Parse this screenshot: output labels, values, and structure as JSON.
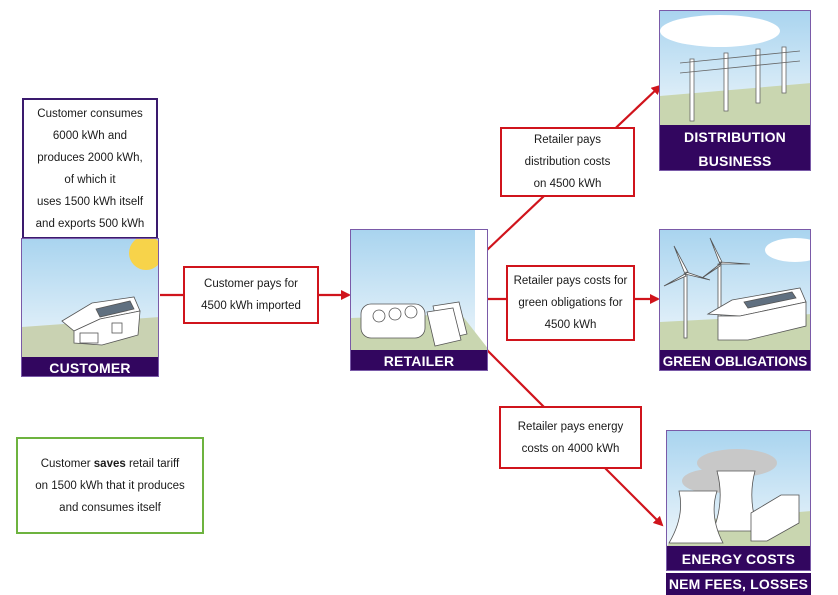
{
  "customer": {
    "info_lines": [
      "Customer consumes",
      "6000 kWh and",
      "produces 2000 kWh,",
      "of which it",
      "uses 1500 kWh itself",
      "and exports 500 kWh"
    ],
    "label": "CUSTOMER"
  },
  "flows": {
    "customer_to_retailer": [
      "Customer pays for",
      "4500 kWh imported"
    ],
    "to_distribution": [
      "Retailer pays",
      "distribution costs",
      "on 4500 kWh"
    ],
    "to_green": [
      "Retailer pays costs for",
      "green obligations for",
      "4500 kWh"
    ],
    "to_energy": [
      "Retailer pays energy",
      "costs on 4000 kWh"
    ]
  },
  "retailer": {
    "label": "RETAILER"
  },
  "distribution": {
    "label_line1": "DISTRIBUTION",
    "label_line2": "BUSINESS"
  },
  "green": {
    "label": "GREEN OBLIGATIONS"
  },
  "energy": {
    "label": "ENERGY COSTS",
    "sublabel": "NEM FEES, LOSSES"
  },
  "savings": {
    "prefix": "Customer ",
    "bold": "saves",
    "suffix": " retail tariff",
    "line2": "on 1500 kWh that it produces",
    "line3": "and consumes itself"
  },
  "colors": {
    "arrow": "#d0141c",
    "label_bg": "#32065f",
    "savings_border": "#6db33f"
  }
}
